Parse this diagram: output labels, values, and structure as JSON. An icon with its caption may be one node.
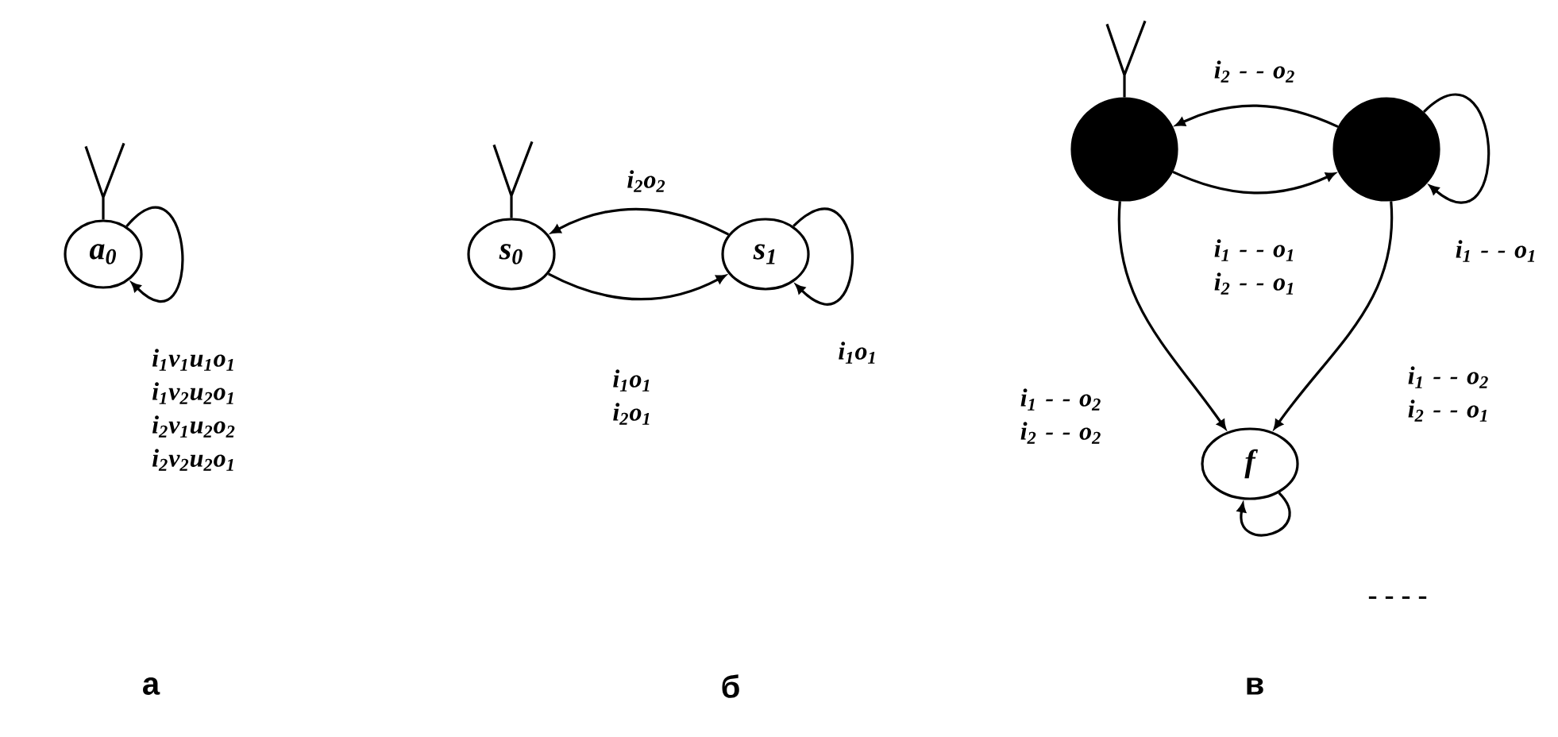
{
  "diagram": {
    "nodes": [
      {
        "text": [
          "a$_{0}$"
        ]
      },
      {
        "text": [
          "s$_{0}$"
        ]
      },
      {
        "text": [
          "s$_{1}$"
        ]
      },
      {
        "text": [],
        "shape": "circle"
      },
      {
        "text": [],
        "shape": "circle"
      },
      {
        "text": [
          "f"
        ]
      }
    ],
    "edges": [
      {
        "from": null,
        "to": 0,
        "arrow": "none"
      },
      {
        "from": 0,
        "to": 0,
        "arrow": "to",
        "label": "i$_{1}$v$_{1}$u$_{1}$o$_{1}$ i$_{1}$v$_{2}$u$_{2}$o$_{1}$ i$_{2}$v$_{1}$u$_{2}$o$_{2}$ i$_{2}$v$_{2}$u$_{2}$o$_{1}$"
      },
      {
        "from": null,
        "to": 1,
        "arrow": "none"
      },
      {
        "from": 2,
        "to": 1,
        "arrow": "to",
        "label": "i$_{2}$o$_{2}$"
      },
      {
        "from": 1,
        "to": 2,
        "arrow": "to",
        "label": "i$_{1}$o$_{1}$ i$_{2}$o$_{1}$"
      },
      {
        "from": 2,
        "to": 2,
        "arrow": "to",
        "label": "i$_{1}$o$_{1}$"
      },
      {
        "from": null,
        "to": 3,
        "arrow": "none"
      },
      {
        "from": 4,
        "to": 3,
        "arrow": "to",
        "label": "i$_{2}$ - - o$_{2}$"
      },
      {
        "from": 3,
        "to": 4,
        "arrow": "to",
        "label": "i$_{1}$ - - o$_{1}$ i$_{2}$ - - o$_{1}$"
      },
      {
        "from": 4,
        "to": 4,
        "arrow": "to",
        "label": "i$_{1}$ - - o$_{1}$"
      },
      {
        "from": 3,
        "to": 5,
        "arrow": "to",
        "label": "i$_{1}$ - - o$_{2}$ i$_{2}$ - - o$_{2}$"
      },
      {
        "from": 4,
        "to": 5,
        "arrow": "to",
        "label": "i$_{1}$ - - o$_{2}$ i$_{2}$ - - o$_{1}$"
      },
      {
        "from": 5,
        "to": 5,
        "arrow": "to"
      }
    ],
    "labels": [
      "- - - -",
      "а",
      "б",
      "в"
    ]
  }
}
